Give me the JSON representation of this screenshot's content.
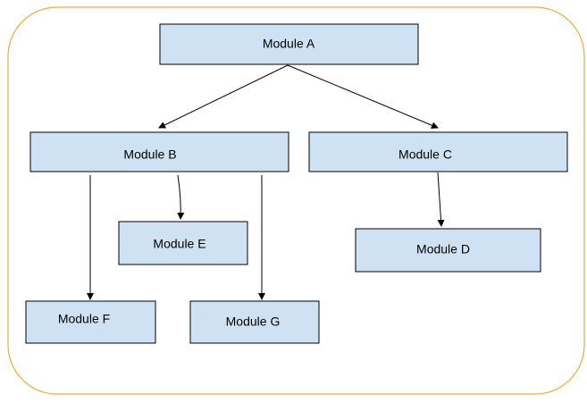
{
  "diagram": {
    "frame_color": "#f4a83a",
    "node_fill": "#cfe2f3",
    "nodes": [
      {
        "id": "a",
        "label": "Module A"
      },
      {
        "id": "b",
        "label": "Module B"
      },
      {
        "id": "c",
        "label": "Module C"
      },
      {
        "id": "d",
        "label": "Module D"
      },
      {
        "id": "e",
        "label": "Module E"
      },
      {
        "id": "f",
        "label": "Module F"
      },
      {
        "id": "g",
        "label": "Module G"
      }
    ],
    "edges": [
      {
        "from": "a",
        "to": "b"
      },
      {
        "from": "a",
        "to": "c"
      },
      {
        "from": "b",
        "to": "e"
      },
      {
        "from": "b",
        "to": "f"
      },
      {
        "from": "b",
        "to": "g"
      },
      {
        "from": "c",
        "to": "d"
      }
    ]
  }
}
